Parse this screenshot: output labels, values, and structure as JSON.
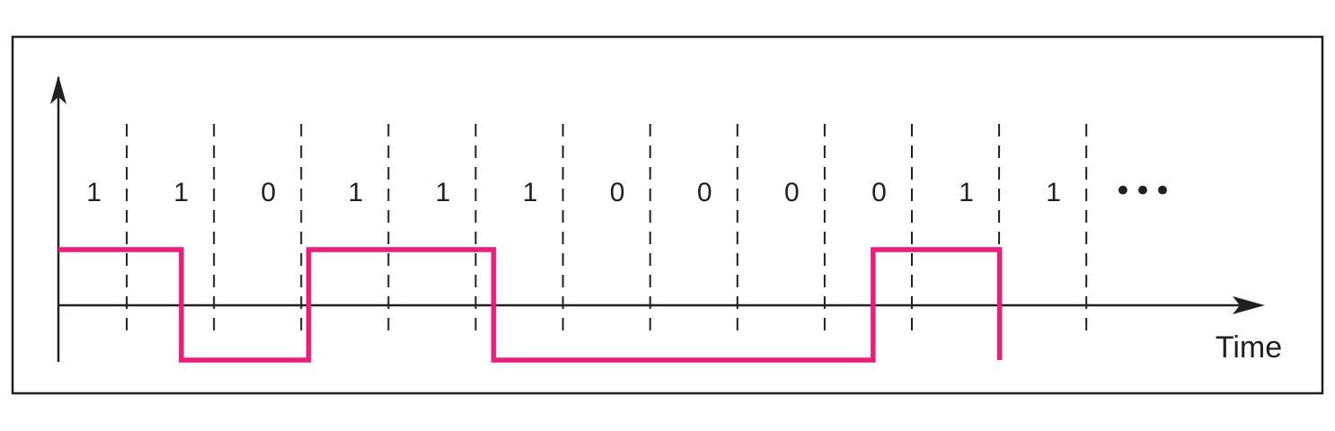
{
  "diagram": {
    "bits": [
      "1",
      "1",
      "0",
      "1",
      "1",
      "1",
      "0",
      "0",
      "0",
      "0",
      "1",
      "1"
    ],
    "continuation": "•••",
    "x_axis_label": "Time",
    "signal": {
      "transitions": [
        {
          "at_bit": 0,
          "level": "high"
        },
        {
          "at_bit": 1.42,
          "level": "low"
        },
        {
          "at_bit": 2.88,
          "level": "high"
        },
        {
          "at_bit": 5.0,
          "level": "low"
        },
        {
          "at_bit": 9.35,
          "level": "high"
        },
        {
          "at_bit": 10.8,
          "level": "low"
        }
      ],
      "end_bit": 10.8
    },
    "colors": {
      "signal": "#ec1c79",
      "axis": "#231f20",
      "divider": "#231f20",
      "frame": "#231f20"
    }
  }
}
